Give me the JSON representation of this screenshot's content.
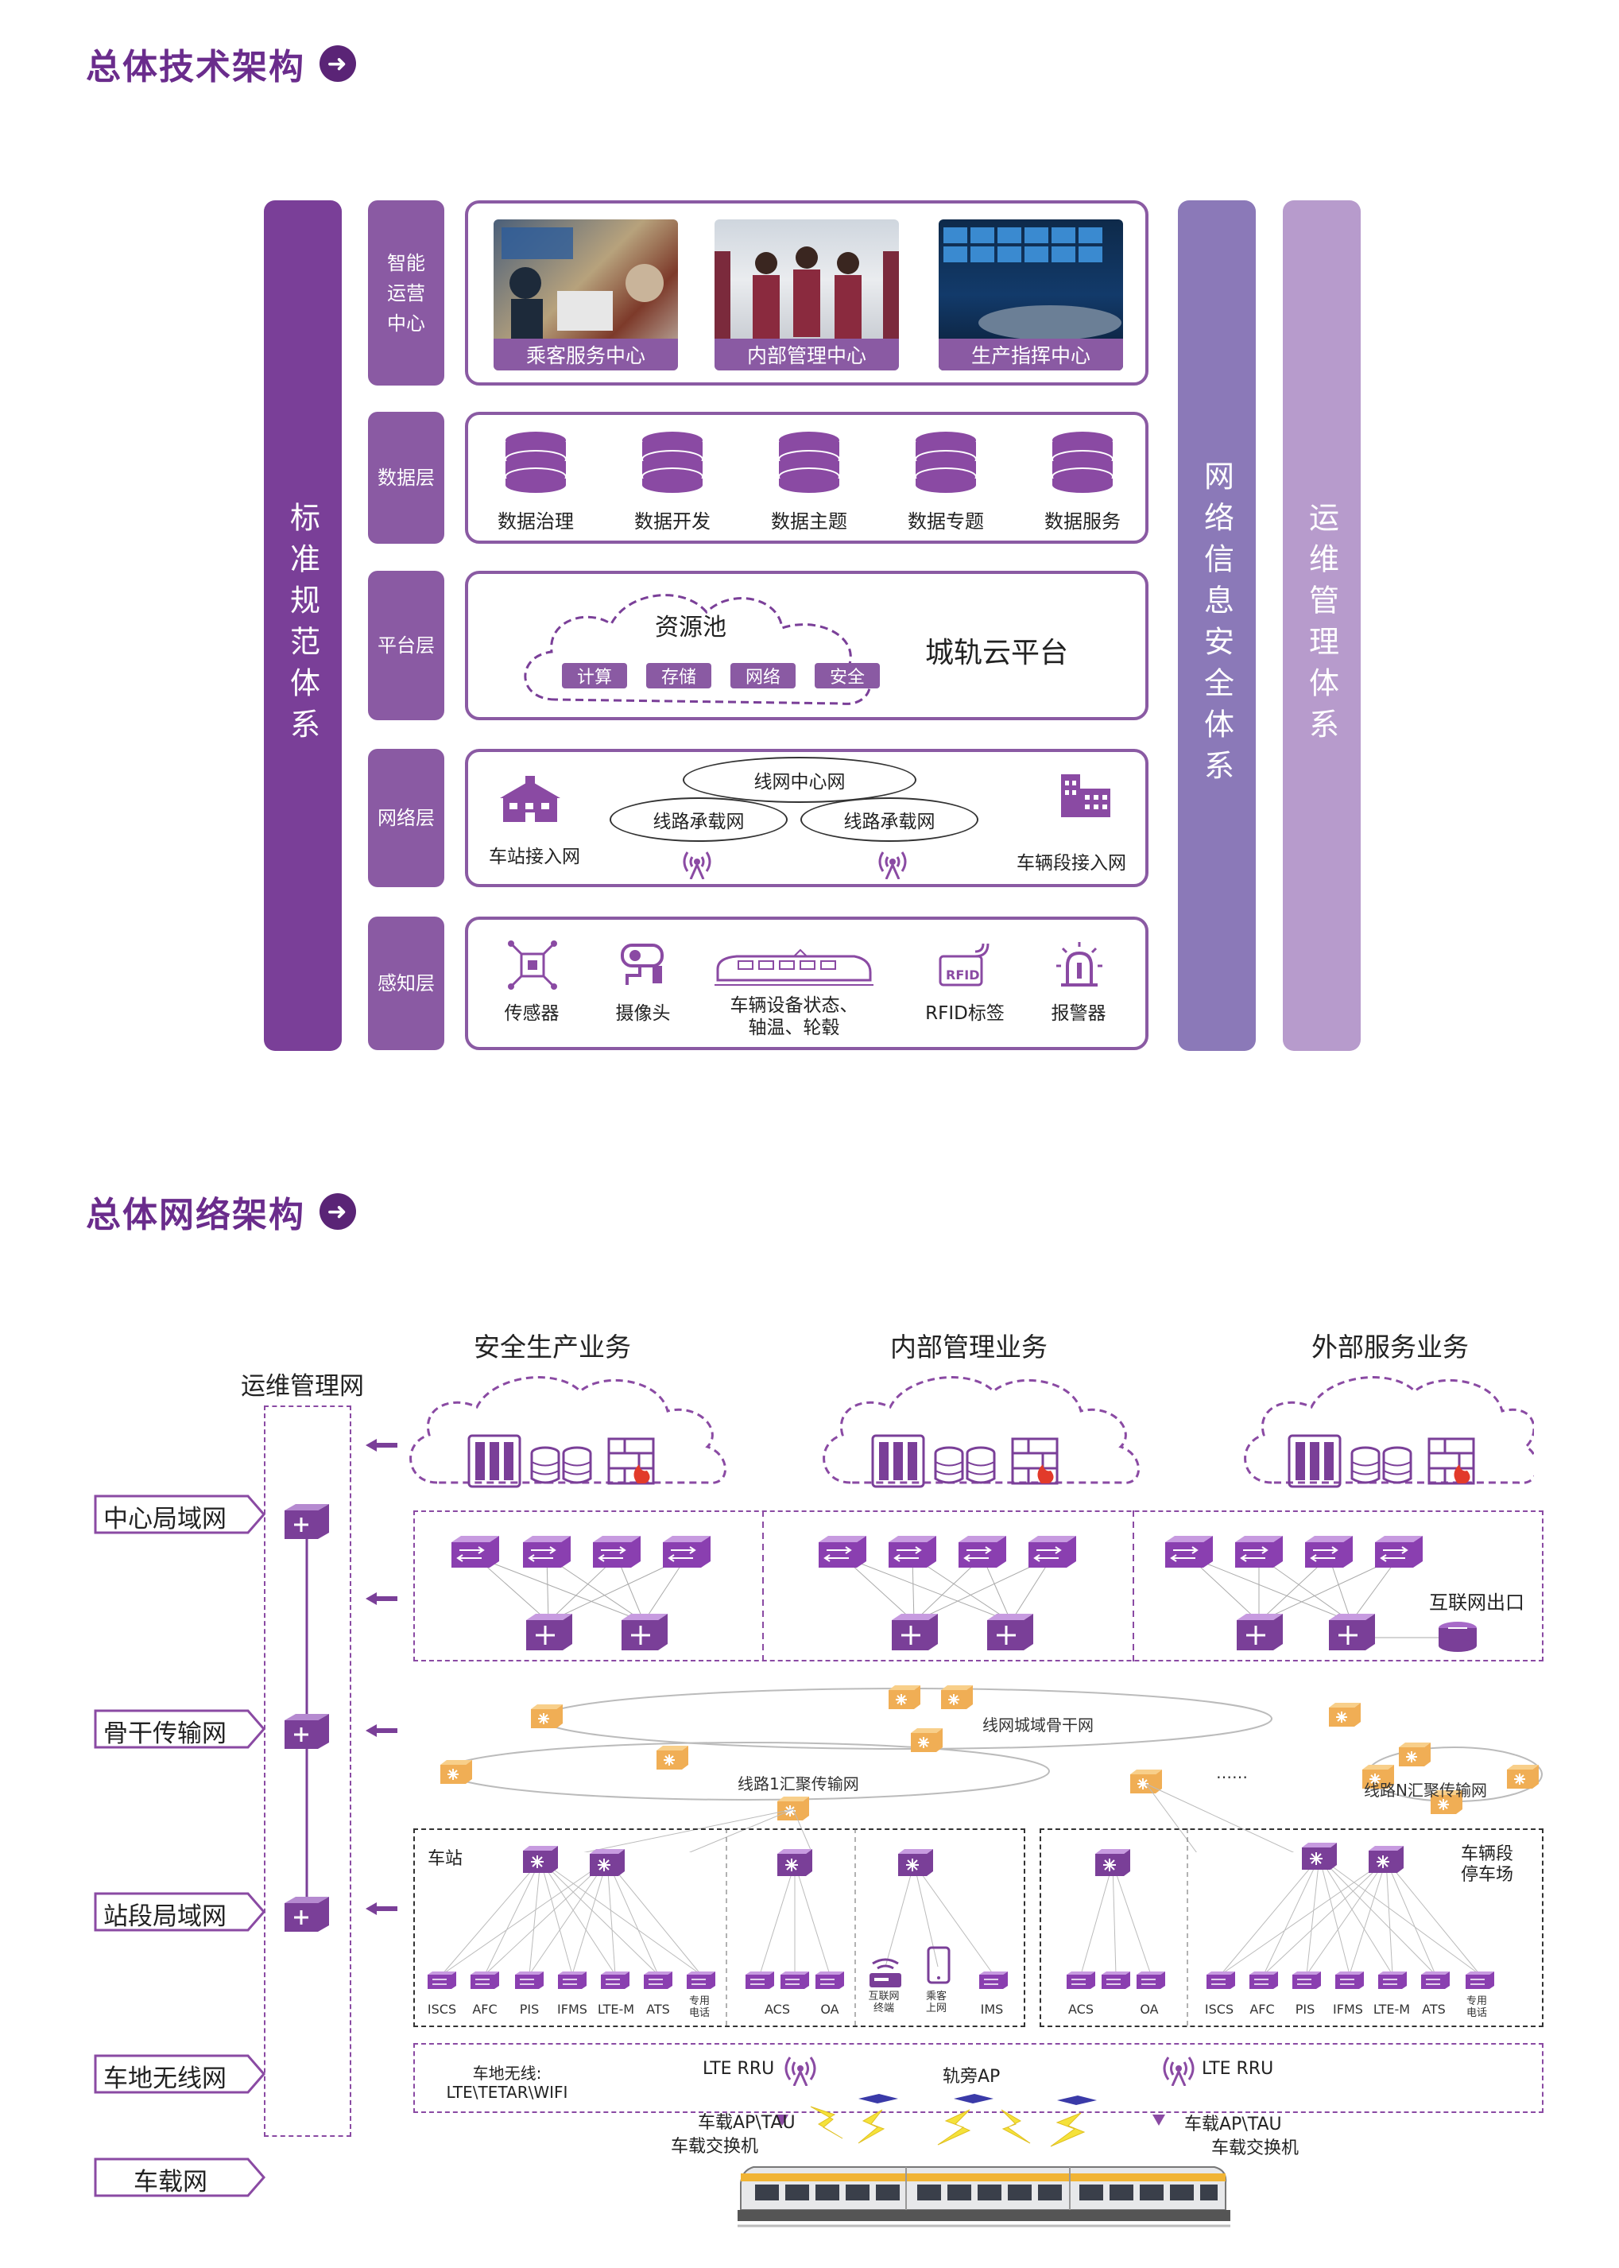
{
  "section1": {
    "title": "总体技术架构",
    "left_bar": "标准规范体系",
    "right_bar_1": "网络信息安全体系",
    "right_bar_2": "运维管理体系",
    "rows": {
      "ops_center": {
        "label": "智能运营中心",
        "items": [
          "乘客服务中心",
          "内部管理中心",
          "生产指挥中心"
        ]
      },
      "data_layer": {
        "label": "数据层",
        "items": [
          "数据治理",
          "数据开发",
          "数据主题",
          "数据专题",
          "数据服务"
        ]
      },
      "platform_layer": {
        "label": "平台层",
        "pool": "资源池",
        "chips": [
          "计算",
          "存储",
          "网络",
          "安全"
        ],
        "cloud": "城轨云平台"
      },
      "network_layer": {
        "label": "网络层",
        "station": "车站接入网",
        "center": "线网中心网",
        "line1": "线路承载网",
        "line2": "线路承载网",
        "depot": "车辆段接入网"
      },
      "sensing_layer": {
        "label": "感知层",
        "items": [
          "传感器",
          "摄像头",
          "车辆设备状态、\n轴温、轮毂",
          "RFID标签",
          "报警器"
        ],
        "rfid_badge": "RFID"
      }
    },
    "colors": {
      "primary": "#8a5aa3",
      "dark": "#7a3f98",
      "mid": "#8b79b8",
      "light": "#b79bcc"
    }
  },
  "section2": {
    "title": "总体网络架构",
    "ops_net": "运维管理网",
    "business": [
      "安全生产业务",
      "内部管理业务",
      "外部服务业务"
    ],
    "side_labels": [
      "中心局域网",
      "骨干传输网",
      "站段局域网",
      "车地无线网",
      "车载网"
    ],
    "internet_exit": "互联网出口",
    "backbone": "线网城域骨干网",
    "line1": "线路1汇聚传输网",
    "lineN": "线路N汇聚传输网",
    "ellipsis": "……",
    "station": "车站",
    "depot": "车辆段\n停车场",
    "station_systems": [
      "ISCS",
      "AFC",
      "PIS",
      "IFMS",
      "LTE-M",
      "ATS",
      "专用\n电话"
    ],
    "station_mid": [
      "ACS",
      "OA"
    ],
    "station_ext": [
      "互联网\n终端",
      "乘客\n上网",
      "IMS"
    ],
    "depot_mid": [
      "ACS",
      "OA"
    ],
    "depot_systems": [
      "ISCS",
      "AFC",
      "PIS",
      "IFMS",
      "LTE-M",
      "ATS",
      "专用\n电话"
    ],
    "wireless": "车地无线:\nLTE\\TETAR\\WIFI",
    "lte_rru_1": "LTE RRU",
    "lte_rru_2": "LTE RRU",
    "trackside_ap": "轨旁AP",
    "ap_tau_1": "车载AP\\TAU",
    "switch_1": "车载交换机",
    "ap_tau_2": "车载AP\\TAU",
    "switch_2": "车载交换机"
  }
}
